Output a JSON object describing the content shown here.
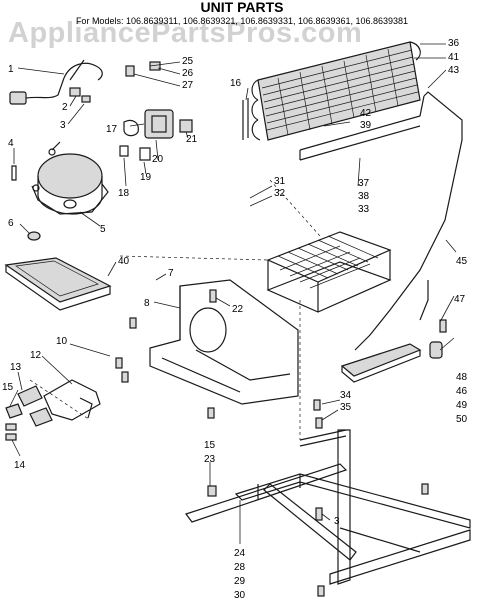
{
  "watermark": "AppliancePartsPros.com",
  "title": "UNIT PARTS",
  "subtitle": "For Models: 106.8639311, 106.8639321, 106.8639331, 106.8639361, 106.8639381",
  "callouts": [
    {
      "id": "c1",
      "text": "1"
    },
    {
      "id": "c2",
      "text": "2"
    },
    {
      "id": "c3",
      "text": "3"
    },
    {
      "id": "c4",
      "text": "4"
    },
    {
      "id": "c5",
      "text": "5"
    },
    {
      "id": "c6",
      "text": "6"
    },
    {
      "id": "c7",
      "text": "7"
    },
    {
      "id": "c8",
      "text": "8"
    },
    {
      "id": "c10",
      "text": "10"
    },
    {
      "id": "c12",
      "text": "12"
    },
    {
      "id": "c13",
      "text": "13"
    },
    {
      "id": "c14",
      "text": "14"
    },
    {
      "id": "c15a",
      "text": "15"
    },
    {
      "id": "c15b",
      "text": "15"
    },
    {
      "id": "c16",
      "text": "16"
    },
    {
      "id": "c17",
      "text": "17"
    },
    {
      "id": "c18",
      "text": "18"
    },
    {
      "id": "c19",
      "text": "19"
    },
    {
      "id": "c20",
      "text": "20"
    },
    {
      "id": "c21",
      "text": "21"
    },
    {
      "id": "c22",
      "text": "22"
    },
    {
      "id": "c23",
      "text": "23"
    },
    {
      "id": "c24",
      "text": "24"
    },
    {
      "id": "c25",
      "text": "25"
    },
    {
      "id": "c26",
      "text": "26"
    },
    {
      "id": "c27",
      "text": "27"
    },
    {
      "id": "c28",
      "text": "28"
    },
    {
      "id": "c29",
      "text": "29"
    },
    {
      "id": "c30",
      "text": "30"
    },
    {
      "id": "c31",
      "text": "31"
    },
    {
      "id": "c32",
      "text": "32"
    },
    {
      "id": "c33",
      "text": "33"
    },
    {
      "id": "c34",
      "text": "34"
    },
    {
      "id": "c35",
      "text": "35"
    },
    {
      "id": "c36",
      "text": "36"
    },
    {
      "id": "c37",
      "text": "37"
    },
    {
      "id": "c38",
      "text": "38"
    },
    {
      "id": "c39",
      "text": "39"
    },
    {
      "id": "c40",
      "text": "40"
    },
    {
      "id": "c41",
      "text": "41"
    },
    {
      "id": "c42",
      "text": "42"
    },
    {
      "id": "c43",
      "text": "43"
    },
    {
      "id": "c45",
      "text": "45"
    },
    {
      "id": "c46",
      "text": "46"
    },
    {
      "id": "c47",
      "text": "47"
    },
    {
      "id": "c48",
      "text": "48"
    },
    {
      "id": "c49",
      "text": "49"
    },
    {
      "id": "c50",
      "text": "50"
    },
    {
      "id": "c3b",
      "text": "3"
    }
  ]
}
